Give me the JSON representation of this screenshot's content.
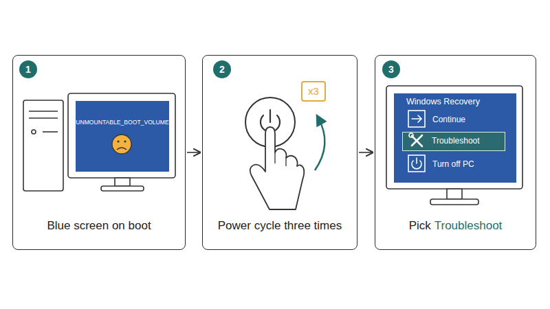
{
  "diagram": {
    "nodes": [
      {
        "text": [
          "Blue screen on boot"
        ]
      },
      {
        "text": [
          "1"
        ],
        "in": 0
      },
      {
        "text": [
          "UNMOUNTABLE_BOOT_VOLUME"
        ],
        "in": 0
      },
      {
        "text": [
          "Power cycle three times"
        ]
      },
      {
        "text": [
          "2"
        ],
        "in": 3
      },
      {
        "text": [
          "x3"
        ],
        "in": 3
      },
      {
        "text": [
          "Pick",
          "Troubleshoot"
        ]
      },
      {
        "text": [
          "3"
        ],
        "in": 6
      },
      {
        "text": [
          "Windows Recovery"
        ],
        "in": 6
      },
      {
        "text": [
          "Continue"
        ],
        "in": 8
      },
      {
        "text": [
          "Troubleshoot"
        ],
        "in": 8
      },
      {
        "text": [
          "Turn off PC"
        ],
        "in": 8
      }
    ],
    "edges": [
      {
        "from": 0,
        "to": 3,
        "arrow": "to"
      },
      {
        "from": 3,
        "to": 6,
        "arrow": "to"
      }
    ]
  }
}
